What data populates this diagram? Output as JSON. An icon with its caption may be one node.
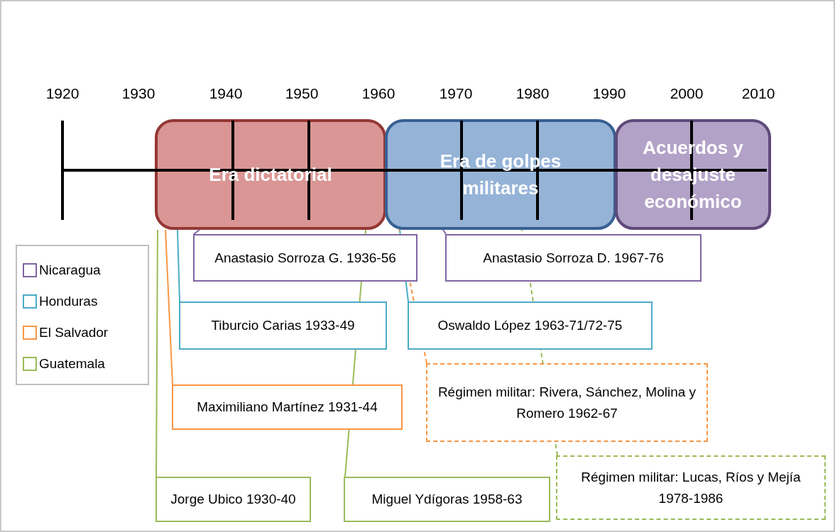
{
  "diagram": {
    "nodes": [
      {
        "text": [
          "Era dictatorial"
        ]
      },
      {
        "text": [
          "Era de golpes militares"
        ]
      },
      {
        "text": [
          "Acuerdos y desajuste económico"
        ]
      },
      {
        "text": [
          "Anastasio Sorroza G. 1936-56"
        ]
      },
      {
        "text": [
          "Anastasio Sorroza D. 1967-76"
        ]
      },
      {
        "text": [
          "Tiburcio Carias 1933-49"
        ]
      },
      {
        "text": [
          "Oswaldo López 1963-71/72-75"
        ]
      },
      {
        "text": [
          "Régimen militar: Rivera, Sánchez, Molina y Romero 1962-67"
        ]
      },
      {
        "text": [
          "Maximiliano Martínez 1931-44"
        ]
      },
      {
        "text": [
          "Régimen militar: Lucas, Ríos y Mejía 1978-1986"
        ]
      },
      {
        "text": [
          "Jorge Ubico 1930-40"
        ]
      },
      {
        "text": [
          "Miguel Ydígoras 1958-63"
        ]
      }
    ],
    "edges": [
      {
        "from": 3,
        "to": 0,
        "arrow": "none",
        "color": "#8064a2"
      },
      {
        "from": 4,
        "to": 1,
        "arrow": "none",
        "color": "#8064a2"
      },
      {
        "from": 5,
        "to": 0,
        "arrow": "none",
        "color": "#4bacc6"
      },
      {
        "from": 6,
        "to": 1,
        "arrow": "none",
        "color": "#4bacc6"
      },
      {
        "from": 7,
        "to": 1,
        "arrow": "none",
        "style": "dashed",
        "color": "#f79646"
      },
      {
        "from": 8,
        "to": 0,
        "arrow": "none",
        "color": "#f79646"
      },
      {
        "from": 9,
        "to": 1,
        "arrow": "none",
        "style": "dashed",
        "color": "#9bbb59"
      },
      {
        "from": 10,
        "to": 0,
        "arrow": "none",
        "color": "#9bbb59"
      },
      {
        "from": 11,
        "to": 0,
        "arrow": "none",
        "color": "#9bbb59"
      }
    ],
    "labels": [
      "1920",
      "1930",
      "1940",
      "1950",
      "1960",
      "1970",
      "1980",
      "1990",
      "2000",
      "2010"
    ],
    "legend": [
      {
        "text": "Nicaragua",
        "color": "#8064a2"
      },
      {
        "text": "Honduras",
        "color": "#4bacc6"
      },
      {
        "text": "El Salvador",
        "color": "#f79646"
      },
      {
        "text": "Guatemala",
        "color": "#9bbb59"
      }
    ]
  }
}
